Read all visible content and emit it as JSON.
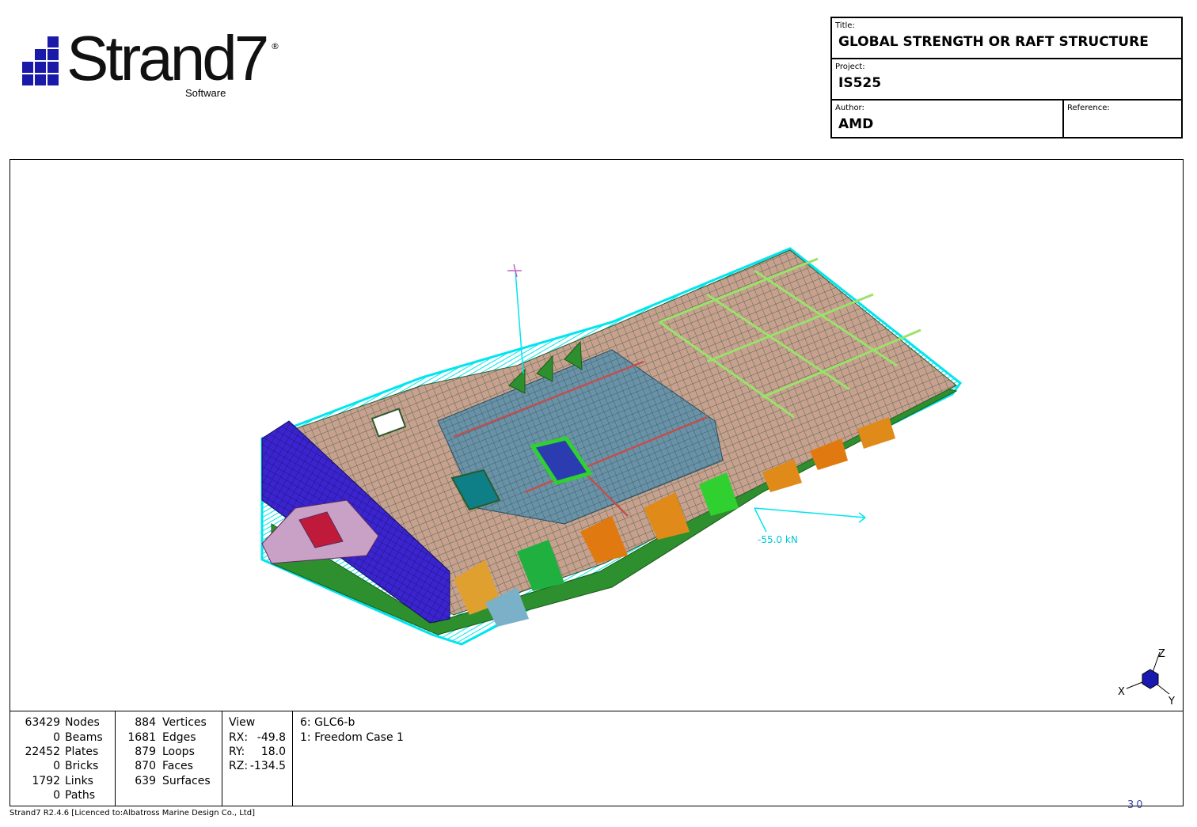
{
  "logo": {
    "word": "Strand7",
    "sub": "Software",
    "reg": "®"
  },
  "title_block": {
    "title_label": "Title:",
    "title_value": "GLOBAL STRENGTH OR RAFT STRUCTURE",
    "project_label": "Project:",
    "project_value": "IS525",
    "author_label": "Author:",
    "author_value": "AMD",
    "reference_label": "Reference:",
    "reference_value": ""
  },
  "viewport": {
    "load_label": "-55.0 kN",
    "axes": {
      "x": "X",
      "y": "Y",
      "z": "Z"
    },
    "colors": {
      "outline": "#00e5ee",
      "plate_tan": "#c9a08e",
      "plate_blue": "#5a8ca8",
      "plate_violet": "#3322cc",
      "plate_green": "#2a9a2a",
      "plate_orange": "#e08a1a"
    }
  },
  "stats": {
    "entities": [
      {
        "count": "63429",
        "name": "Nodes"
      },
      {
        "count": "0",
        "name": "Beams"
      },
      {
        "count": "22452",
        "name": "Plates"
      },
      {
        "count": "0",
        "name": "Bricks"
      },
      {
        "count": "1792",
        "name": "Links"
      },
      {
        "count": "0",
        "name": "Paths"
      }
    ],
    "geometry": [
      {
        "count": "884",
        "name": "Vertices"
      },
      {
        "count": "1681",
        "name": "Edges"
      },
      {
        "count": "879",
        "name": "Loops"
      },
      {
        "count": "870",
        "name": "Faces"
      },
      {
        "count": "639",
        "name": "Surfaces"
      }
    ],
    "view": {
      "label": "View",
      "rx_label": "RX:",
      "rx": "-49.8",
      "ry_label": "RY:",
      "ry": "18.0",
      "rz_label": "RZ:",
      "rz": "-134.5"
    },
    "cases": [
      "6: GLC6-b",
      "1: Freedom Case 1"
    ]
  },
  "footer": "Strand7 R2.4.6 [Licenced to:Albatross Marine Design Co., Ltd]",
  "page_number": "30"
}
